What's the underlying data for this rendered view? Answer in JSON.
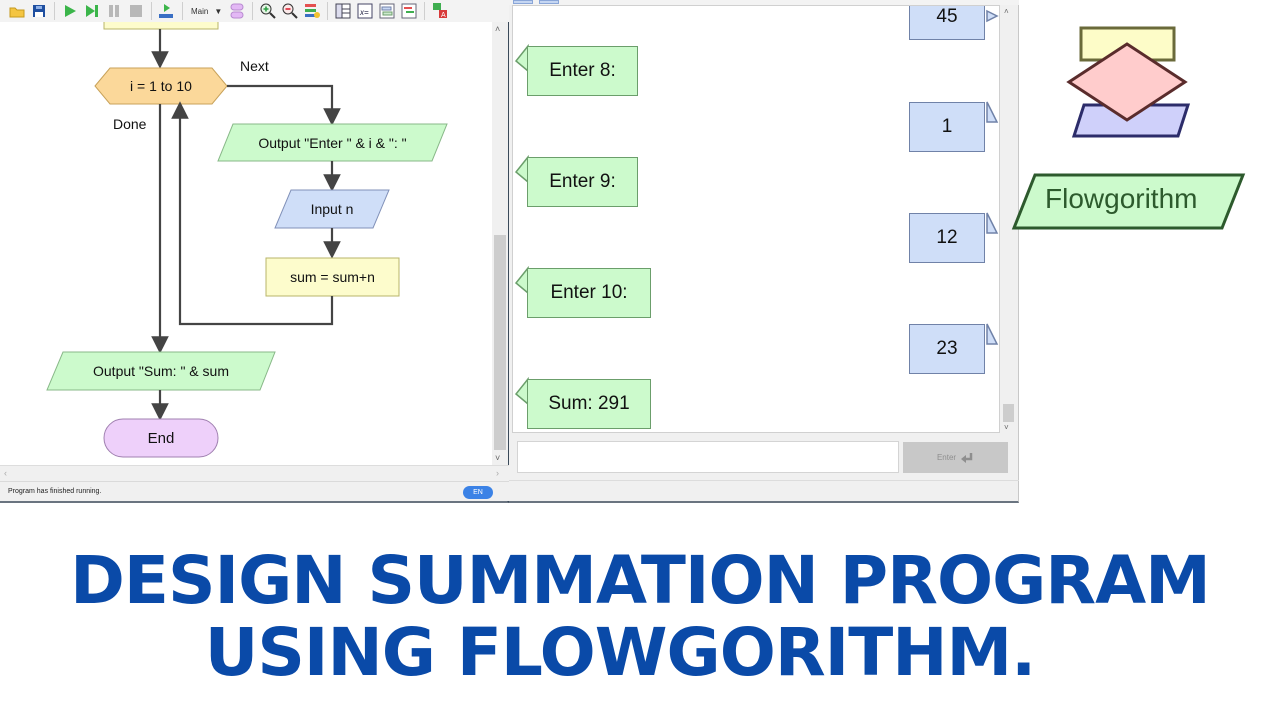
{
  "flowchart_window": {
    "toolbar": {
      "function_select": "Main",
      "icons": [
        "open-folder-icon",
        "save-icon",
        "run-icon",
        "step-icon",
        "pause-icon",
        "stop-icon",
        "run-speed-icon",
        "function-select",
        "add-function-icon",
        "zoom-in-icon",
        "zoom-out-icon",
        "layout-settings-icon",
        "layout-icon",
        "variables-icon",
        "console-icon",
        "chart-icon",
        "translate-icon"
      ]
    },
    "flowchart": {
      "loop": "i = 1 to 10",
      "loop_next_label": "Next",
      "loop_done_label": "Done",
      "output_prompt": "Output \"Enter \" & i & \": \"",
      "input_stmt": "Input n",
      "assign_stmt": "sum = sum+n",
      "output_sum": "Output \"Sum: \" & sum",
      "end": "End"
    },
    "statusbar": {
      "status": "Program has finished running.",
      "language": "EN"
    }
  },
  "console_window": {
    "messages": [
      {
        "type": "input",
        "text": "45"
      },
      {
        "type": "output",
        "text": "Enter 8:"
      },
      {
        "type": "input",
        "text": "1"
      },
      {
        "type": "output",
        "text": "Enter 9:"
      },
      {
        "type": "input",
        "text": "12"
      },
      {
        "type": "output",
        "text": "Enter 10:"
      },
      {
        "type": "input",
        "text": "23"
      },
      {
        "type": "output",
        "text": "Sum: 291"
      }
    ],
    "input_value": "",
    "enter_button": "Enter"
  },
  "logo": {
    "text": "Flowgorithm"
  },
  "headline": {
    "line1": "DESIGN SUMMATION PROGRAM",
    "line2": "USING FLOWGORITHM."
  },
  "colors": {
    "headline": "#0a4aa8",
    "output_bubble": "#ccfacc",
    "input_bubble": "#cfdef8",
    "loop_shape": "#fbd89a",
    "end_shape": "#eed0fa",
    "assign_shape": "#fdfccc",
    "accent_badge": "#3b82e6"
  }
}
